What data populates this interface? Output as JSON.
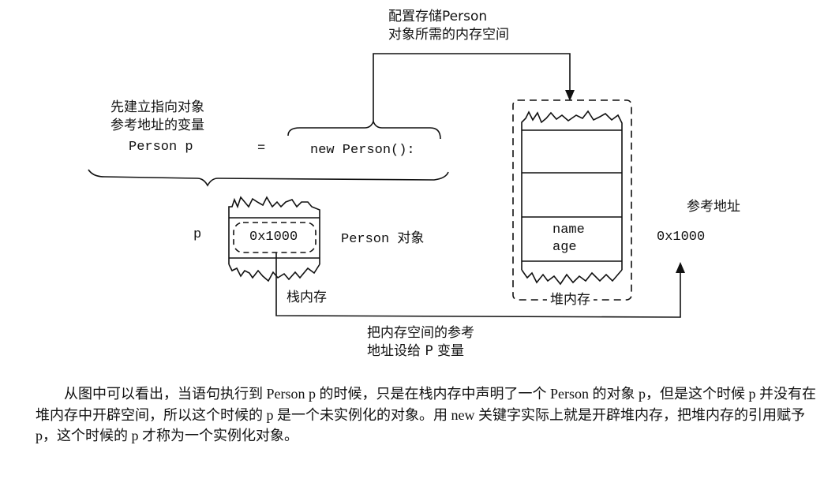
{
  "diagram": {
    "heap_alloc_note": [
      "配置存储Person",
      "对象所需的内存空间"
    ],
    "declare_note": [
      "先建立指向对象",
      "参考地址的变量"
    ],
    "code": {
      "decl": "Person p",
      "equals": "=",
      "new_expr": "new Person():"
    },
    "stack": {
      "var_label": "p",
      "address": "0x1000",
      "object_label": "Person 对象",
      "title": "栈内存"
    },
    "heap": {
      "fields": [
        "name",
        "age"
      ],
      "title": "堆内存"
    },
    "reference": {
      "title": "参考地址",
      "address": "0x1000"
    },
    "assign_note": [
      "把内存空间的参考",
      "地址设给 P 变量"
    ]
  },
  "paragraph": "从图中可以看出，当语句执行到 Person p 的时候，只是在栈内存中声明了一个 Person 的对象 p，但是这个时候 p 并没有在堆内存中开辟空间，所以这个时候的 p 是一个未实例化的对象。用 new 关键字实际上就是开辟堆内存，把堆内存的引用赋予 p，这个时候的 p 才称为一个实例化对象。"
}
